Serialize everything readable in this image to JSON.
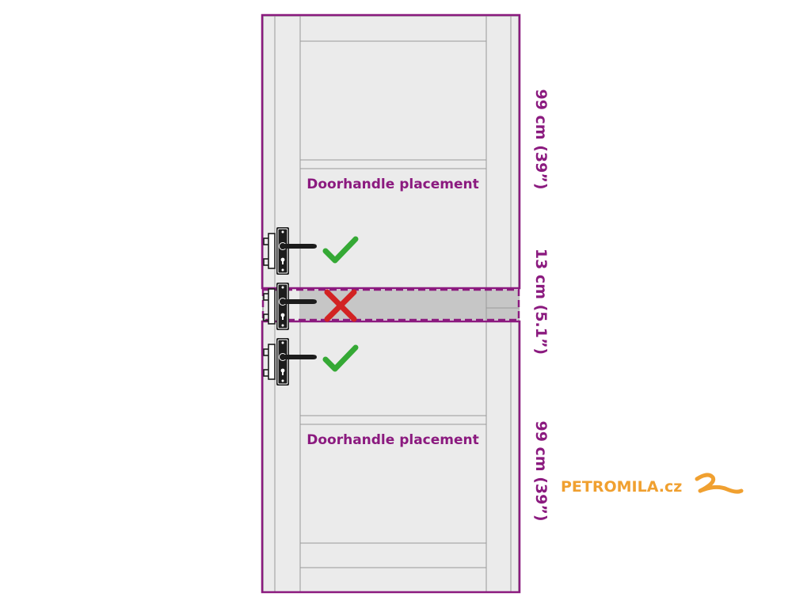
{
  "zones": {
    "upper_label": "Doorhandle placement",
    "lower_label": "Doorhandle placement"
  },
  "dimensions": {
    "upper": "99 cm (39”)",
    "middle": "13 cm (5.1”)",
    "lower": "99 cm (39”)"
  },
  "brand": {
    "name": "PETROMILA.cz"
  },
  "colors": {
    "zone_outline": "#8b1a7f",
    "door_fill": "#ebebeb",
    "door_line": "#9a9a9a",
    "forbidden_band": "#c6c6c6",
    "check_green": "#35a935",
    "cross_red": "#d22323",
    "brand_orange": "#f0a030",
    "handle_black": "#1c1c1c"
  },
  "icons": {
    "allowed": "check-icon",
    "forbidden": "cross-icon",
    "handle": "door-handle-icon",
    "logo": "petromila-logo-icon"
  }
}
